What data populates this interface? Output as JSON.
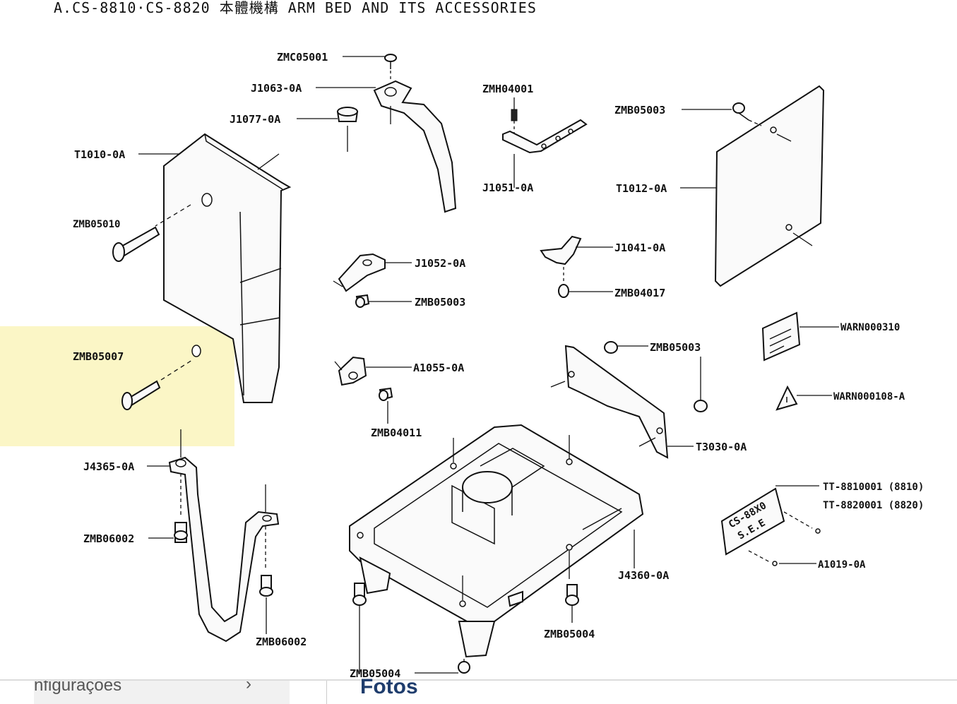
{
  "title": "A.CS-8810·CS-8820 本體機構 ARM BED AND ITS ACCESSORIES",
  "parts": {
    "zmc05001": "ZMC05001",
    "j1063": "J1063-0A",
    "j1077": "J1077-0A",
    "t1010": "T1010-0A",
    "zmb05010": "ZMB05010",
    "zmh04001": "ZMH04001",
    "j1051": "J1051-0A",
    "zmb05003_top": "ZMB05003",
    "t1012": "T1012-0A",
    "j1052": "J1052-0A",
    "zmb05003_mid": "ZMB05003",
    "j1041": "J1041-0A",
    "zmb04017": "ZMB04017",
    "warn000310": "WARN000310",
    "zmb05007": "ZMB05007",
    "a1055": "A1055-0A",
    "zmb04011": "ZMB04011",
    "zmb05003_right": "ZMB05003",
    "warn000108": "WARN000108-A",
    "t3030": "T3030-0A",
    "j4365": "J4365-0A",
    "tt8810": "TT-8810001 (8810)",
    "tt8820": "TT-8820001 (8820)",
    "zmb06002_left": "ZMB06002",
    "a1019": "A1019-0A",
    "j4360": "J4360-0A",
    "zmb05004_right": "ZMB05004",
    "zmb06002_bottom": "ZMB06002",
    "zmb05004_bottom": "ZMB05004"
  },
  "nameplate": {
    "line1": "CS-88X0",
    "line2": "S.E.E"
  },
  "footer": {
    "left_label": "nfigurações",
    "chevron": "›",
    "right_label": "Fotos"
  },
  "colors": {
    "highlight": "#fbf6c6",
    "footer_heading": "#1f3d6d"
  }
}
